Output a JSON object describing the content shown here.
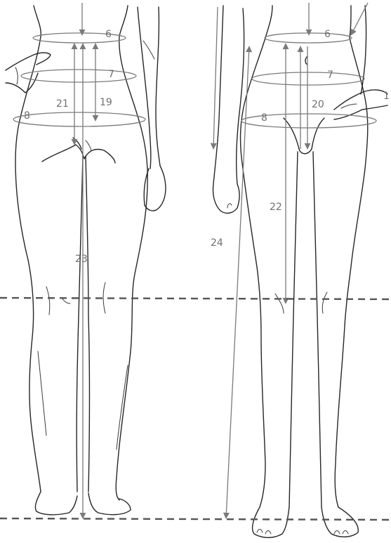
{
  "colors": {
    "outline": "#262626",
    "measurement": "#7a7a7a",
    "reference_line": "#555555",
    "label": "#707070",
    "background": "#ffffff"
  },
  "back_view": {
    "labels": {
      "waist_band": "6",
      "high_hip_band": "7",
      "hip_band": "8",
      "back_rise": "21",
      "waist_to_hip": "19",
      "waist_to_floor": "23"
    }
  },
  "front_view": {
    "labels": {
      "waist_band": "6",
      "high_hip_band": "7",
      "hip_band": "8",
      "front_rise": "20",
      "waist_to_knee": "22",
      "waist_to_floor_side": "24",
      "arm_mark": "1"
    }
  },
  "reference_lines": [
    "knee-line",
    "floor-line"
  ]
}
